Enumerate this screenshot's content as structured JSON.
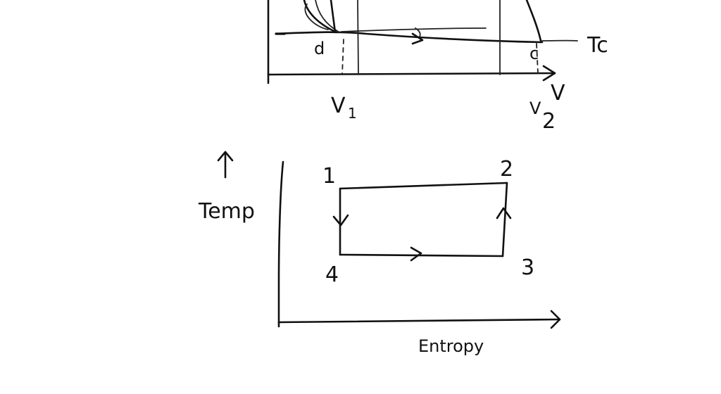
{
  "pv_diagram": {
    "axis_x_label": "V",
    "temperature_label": "Tc",
    "point_label_left": "d",
    "point_label_right": "c",
    "v1_label": "V",
    "v1_subscript": "1",
    "v2_label": "V",
    "v2_subscript": "2"
  },
  "ts_diagram": {
    "y_axis_label": "Temp",
    "x_axis_label": "Entropy",
    "corner_1": "1",
    "corner_2": "2",
    "corner_3": "3",
    "corner_4": "4"
  }
}
